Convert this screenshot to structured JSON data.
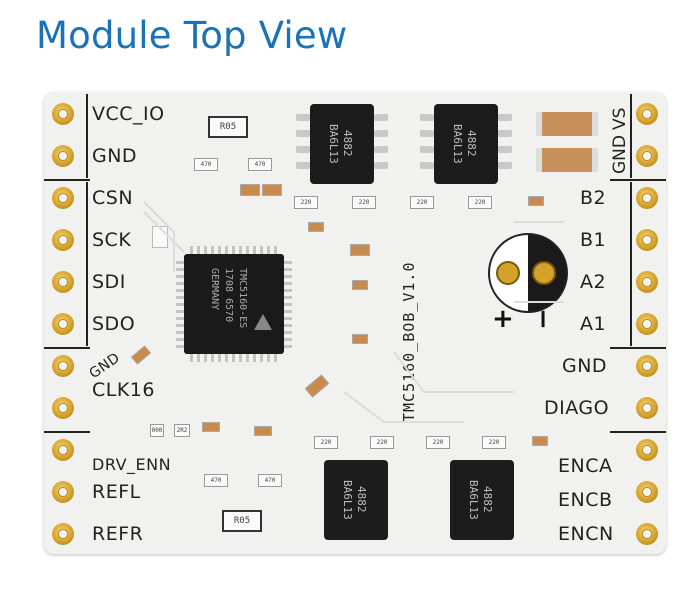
{
  "title": "Module Top View",
  "left_pins": [
    "VCC_IO",
    "GND",
    "CSN",
    "SCK",
    "SDI",
    "SDO",
    "CLK16",
    "DRV_ENN",
    "REFL",
    "REFR"
  ],
  "left_gnd_label": "GND",
  "right_vs_label": "VS",
  "right_gnd_label": "GND",
  "right_pins": [
    "B2",
    "B1",
    "A2",
    "A1",
    "GND",
    "DIAGO",
    "ENCA",
    "ENCB",
    "ENCN"
  ],
  "board_label": "TMC5160_BOB_V1.0",
  "main_ic": {
    "line1": "TMC5160-ES",
    "line2": "1708 6570",
    "line3": "GERMANY"
  },
  "mosfet_marking": {
    "line1": "4882",
    "line2": "BA6L13"
  },
  "resistors": {
    "r05": "R05",
    "r470": "470",
    "r220": "220",
    "r000": "000",
    "r2r2": "2R2"
  },
  "polarity": {
    "plus": "+",
    "minus": "−"
  },
  "colors": {
    "title": "#1a73b8",
    "pad_gold": "#d4a22a",
    "chip": "#1c1c1c",
    "board": "#f1f1ef"
  }
}
